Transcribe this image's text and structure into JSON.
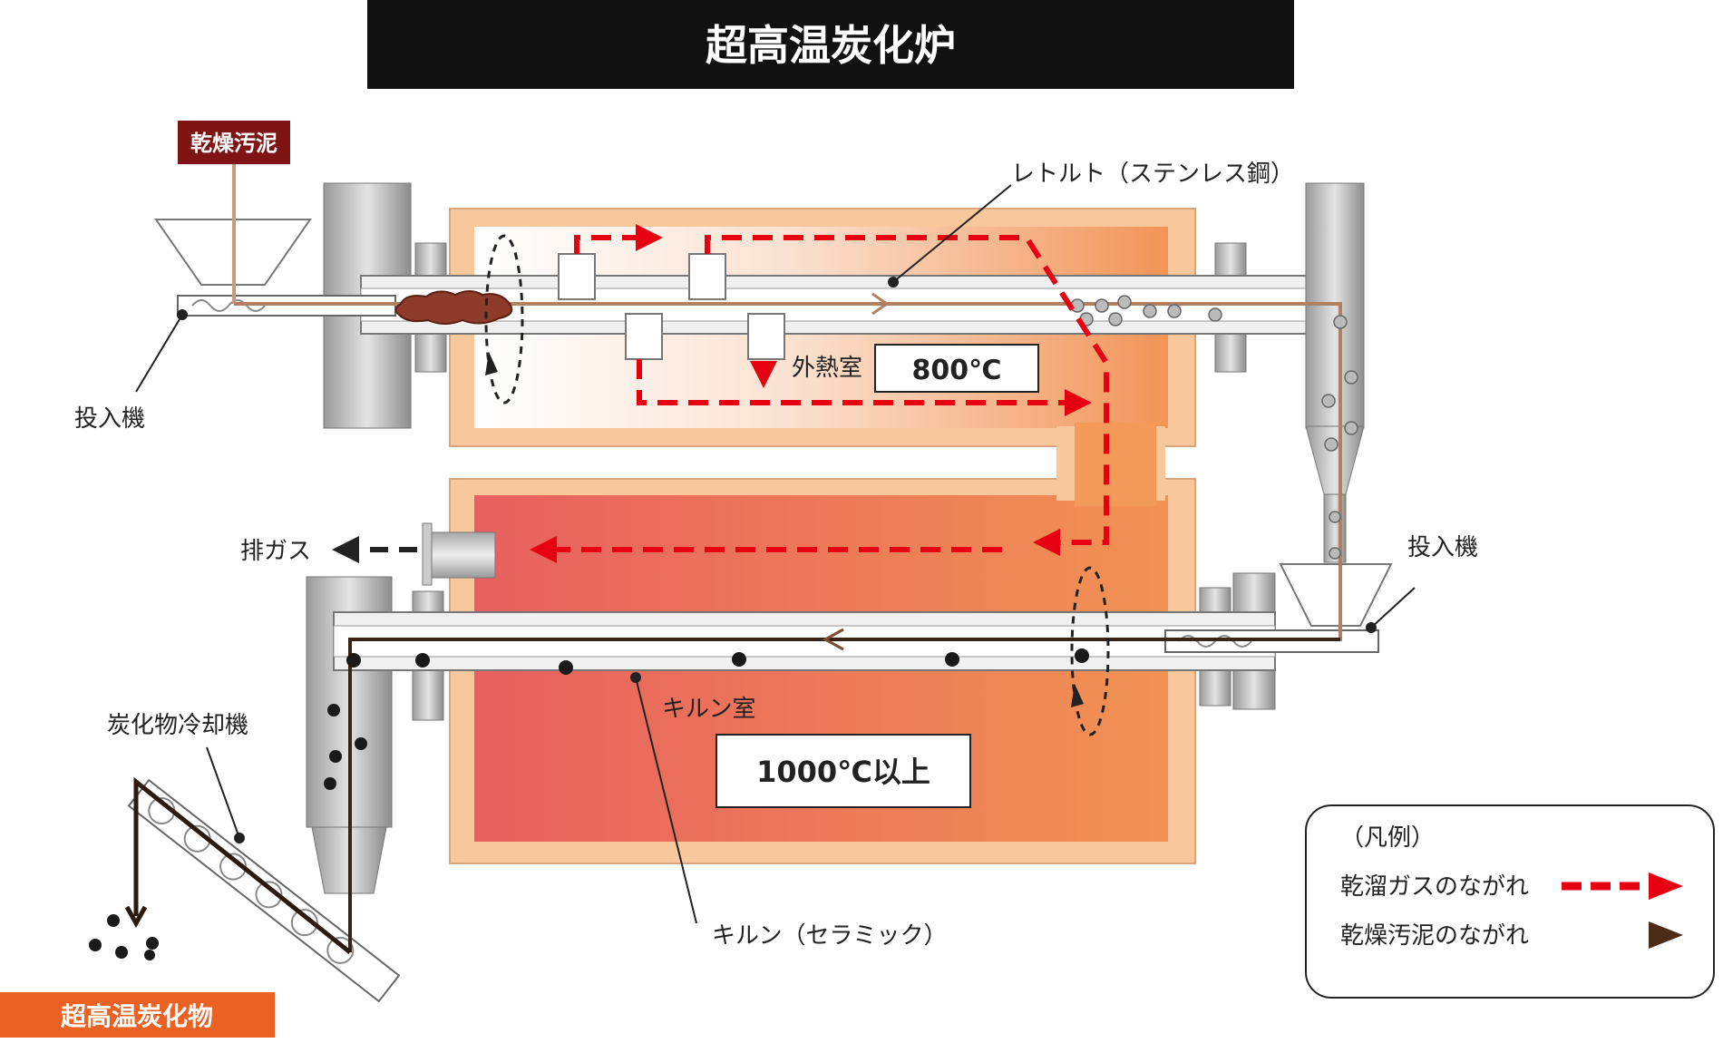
{
  "title": "超高温炭化炉",
  "labels": {
    "input_sludge": "乾燥汚泥",
    "feeder_top": "投入機",
    "feeder_bottom": "投入機",
    "retort": "レトルト（ステンレス鋼）",
    "external_heat_room": "外熱室",
    "external_heat_temp": "800℃",
    "exhaust": "排ガス",
    "kiln_room": "キルン室",
    "kiln_temp": "1000℃以上",
    "kiln": "キルン（セラミック）",
    "cooler": "炭化物冷却機",
    "output": "超高温炭化物"
  },
  "legend": {
    "title": "（凡例）",
    "items": [
      {
        "label": "乾溜ガスのながれ",
        "color": "#e60012",
        "style": "dashed"
      },
      {
        "label": "乾燥汚泥のながれ",
        "color": "#5a3a22",
        "style": "solid"
      }
    ]
  },
  "colors": {
    "title_bg": "#111111",
    "sludge_label_bg": "#7f1415",
    "output_label_bg": "#eb6124",
    "furnace_outer": "#f8c79c",
    "gas_red": "#e60012",
    "sludge_brown": "#5a3a22",
    "kiln_red": "#e65a5a",
    "kiln_orange": "#f19355"
  }
}
